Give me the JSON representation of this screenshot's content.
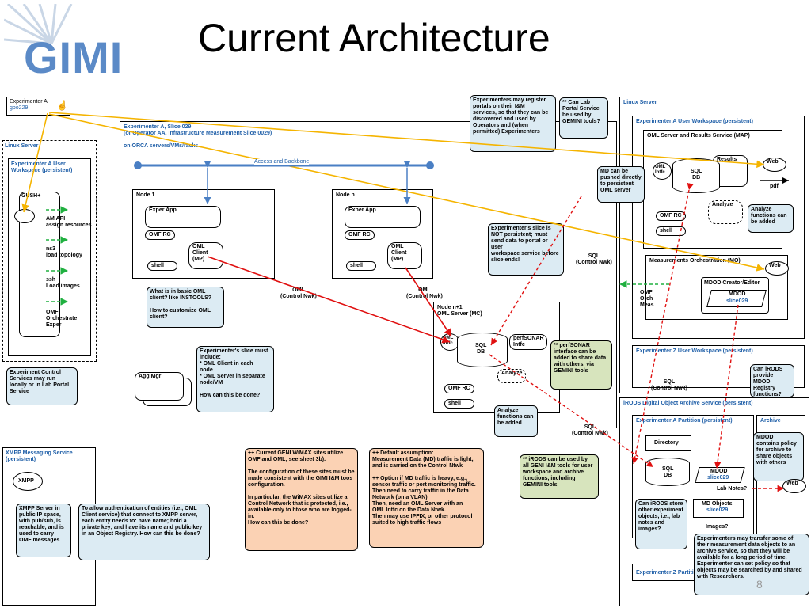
{
  "header": {
    "title": "Current Architecture",
    "logo_text": "GIMI",
    "page_number": "8"
  },
  "experimenter": {
    "label": "Experimenter A",
    "user": "gpo229"
  },
  "linux_server_left": {
    "title": "Linux Server",
    "workspace": "Experimenter A User\nWorkspace (persistent)",
    "gush": "GUSH+",
    "items": [
      "AM API\nassign resources",
      "ns3\nload topology",
      "ssh\nLoad images",
      "OMF\nOrchestrate\nExper"
    ]
  },
  "slice": {
    "title": "Experimenter A,  Slice 029\n(or Operator AA,  Infrastructure Measurement Slice 0029)\n\non ORCA servers/VMs/racks",
    "backbone": "Access and Backbone",
    "node1": "Node 1",
    "noden": "Node n",
    "noden1": "Node n+1\nOML Server  (MC)",
    "exper_app": "Exper App",
    "omf_rc": "OMF RC",
    "oml_client": "OML\nClient\n(MP)",
    "shell": "shell",
    "oml_intfc": "OML\nIntfc",
    "sql_db": "SQL\nDB",
    "perfsonar_intfc": "perfSONAR\nIntfc",
    "analyze": "Analyze",
    "agg_mgr": "Agg Mgr",
    "oml_control": "OML\n(Control Nwk)"
  },
  "notes": {
    "basic_oml": "What is in basic OML\nclient?  like INSTOOLS?\n\nHow to customize OML\nclient?",
    "slice_include": "Experimenter's slice must\ninclude:\n  * OML Client in each\nnode\n  * OML Server in separate\nnode/VM\n\nHow can this be done?",
    "register": "Experimenters may register\nportals on their I&M\nservices, so that they can be\ndiscovered and used by\nOperators and (when\npermitted) Experimenters",
    "lab_portal": "** Can Lab\nPortal Service\nbe used by\nGEMINI tools?",
    "not_persistent": "Experimenter's slice is\nNOT persistent;  must\nsend data to portal or user\nworkspace service before\nslice ends!",
    "perfsonar": "** perfSONAR\ninterface can be\nadded to share data\nwith others, via\nGEMINI tools",
    "analyze_added": "Analyze\nfunctions can\nbe added",
    "control_services": "Experiment Control\nServices may run\nlocally or in Lab Portal\nService",
    "md_pushed": "MD can be\npushed directly\nto persistent\nOML server",
    "analyze_added2": "Analyze\nfunctions can\nbe added",
    "irods_mdod": "Can iRODS\nprovide MDOD\nRegistry\nfunctions?",
    "xmpp_server": "XMPP Server in\npublic IP space,\nwith pub/sub, is\nreachable, and is\nused to carry\nOMF messages",
    "auth": "To allow authentication of entities (i.e., OML\nClient service) that connect to XMPP server,\neach entity needs to:  have  name;  hold a\nprivate key;  and have its name and public key\nin an Object Registry.  How can this be done?",
    "wimax": "++ Current GENI WiMAX sites utilize\nOMF and OML;  see sheet 3b).\n\nThe configuration of these sites must be\nmade consistent with the GIMI I&M toos\nconfiguration.\n\nIn particular, the WiMAX sites utilize a\nControl Network that is protected, i.e.,\navailable only to htose who are logged-\nin.\n  How can this be done?",
    "default_assumption": "++ Default assumption:\n  Measurement Data (MD) traffic is light,\nand is carried on the Control Ntwk\n\n++  Option if MD traffic is heavy, e.g.,\nsensor traffic or port monitoring traffic.\n  Then need to carry traffic in the Data\nNetwork (on a VLAN)\n  Then, need an OML Server with an\nOML Intfc on the Data Ntwk.\n  Then may use IPFIX, or other protocol\nsuited to high traffic flows",
    "irods_geni": "** iRODS can be used by\nall GENI I&M tools for user\nworkspace and archive\nfunctions, including\nGEMINI tools",
    "irods_store": "Can iRODS store\nother experiment\nobjects, i.e., lab\nnotes and\nimages?",
    "transfer": "Experimenters may transfer some of\ntheir measurement data objects to an\narchive service, so that they will be\navailable for a long period of time.\n  Experimenter can set policy so that\nobjects may be searched by and shared\nwith Researchers.",
    "mdod_policy": "MDOD\ncontains policy\nfor archive to\nshare objects\nwith others"
  },
  "linux_server_right": {
    "title": "Linux Server",
    "workspace": "Experimenter A User Workspace (persistent)",
    "oml_server": "OML Server and Results Service  (MAP)",
    "oml_intfc": "OML\nIntfc",
    "sql_db": "SQL\nDB",
    "results": "Results",
    "web": "Web",
    "pdf": "pdf",
    "analyze": "Analyze",
    "omf_rc": "OMF RC",
    "shell": "shell",
    "mo": "Measurements Orchestration (MO)",
    "mdod_editor": "MDOD Creator/Editor",
    "mdod": "MDOD",
    "slice": "slice029",
    "omf_orch": "OMF\nOrch\nMeas",
    "workspace_z": "Experimenter Z User Workspace (persistent)"
  },
  "irods": {
    "title": "iRODS Digital Object Archive Service (persistent)",
    "partition_a": "Experimenter A Partition (persistent)",
    "archive": "Archive",
    "directory": "Directory",
    "sql_db": "SQL\nDB",
    "mdod": "MDOD",
    "slice": "slice029",
    "lab_notes": "Lab Notes?",
    "md_objects": "MD Objects",
    "images": "Images?",
    "web": "Web",
    "partition_z": "Experimenter Z  Partition"
  },
  "xmpp": {
    "title": "XMPP Messaging Service\n(persistent)",
    "label": "XMPP"
  },
  "links": {
    "sql_control_1": "SQL\n(Control Nwk)",
    "sql_control_2": "SQL\n(Control Nwk)",
    "sql_control_3": "SQL\n(Control Nwk)",
    "oml_control_2": "OML\n(Control Nwk)"
  },
  "colors": {
    "blue_text": "#1f5fa8",
    "note_fill": "#dcebf3",
    "orange_fill": "#fbd2b4",
    "green_fill": "#d7e4bd",
    "yellow_line": "#f5b400",
    "red_line": "#e01010",
    "green_arrow": "#20b040",
    "steel_blue": "#4a7fc4"
  }
}
